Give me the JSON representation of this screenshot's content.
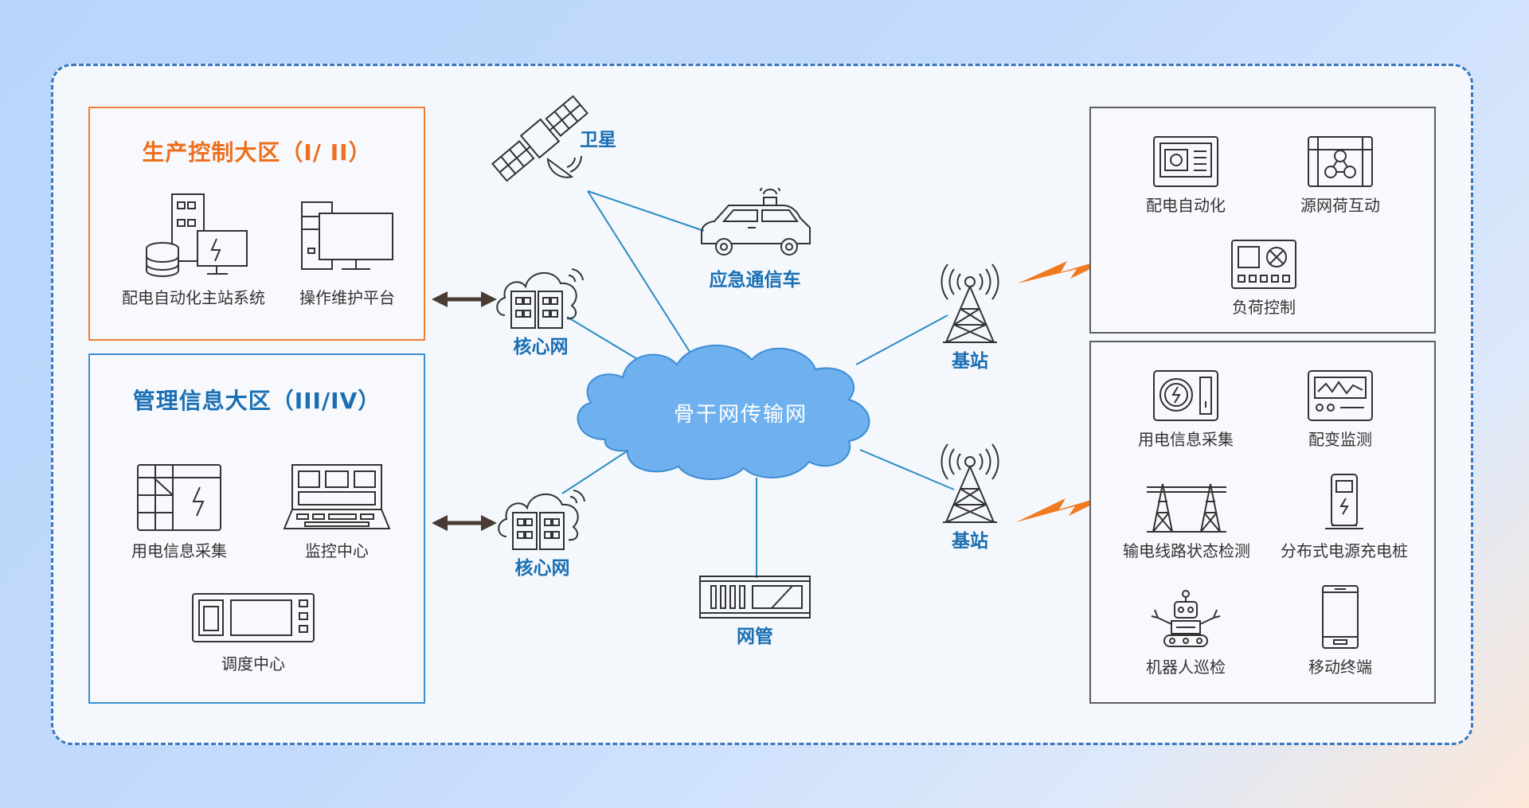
{
  "production_zone": {
    "title": "生产控制大区（I/ II）",
    "items": [
      "配电自动化主站系统",
      "操作维护平台"
    ]
  },
  "management_zone": {
    "title": "管理信息大区（III/IV）",
    "items": [
      "用电信息采集",
      "监控中心",
      "调度中心"
    ]
  },
  "network": {
    "satellite": "卫星",
    "emergency_vehicle": "应急通信车",
    "core_network_top": "核心网",
    "core_network_bottom": "核心网",
    "backbone": "骨干网传输网",
    "network_management": "网管",
    "base_station_top": "基站",
    "base_station_bottom": "基站"
  },
  "terminals_top": {
    "items": [
      "配电自动化",
      "源网荷互动",
      "负荷控制"
    ]
  },
  "terminals_bottom": {
    "items": [
      "用电信息采集",
      "配变监测",
      "输电线路状态检测",
      "分布式电源充电桩",
      "机器人巡检",
      "移动终端"
    ]
  },
  "colors": {
    "production_accent": "#ee6f1d",
    "management_accent": "#1a6fb4",
    "link": "#2b8cc4",
    "cloud": "#6fb1ee",
    "lightning": "#f07a1e"
  }
}
